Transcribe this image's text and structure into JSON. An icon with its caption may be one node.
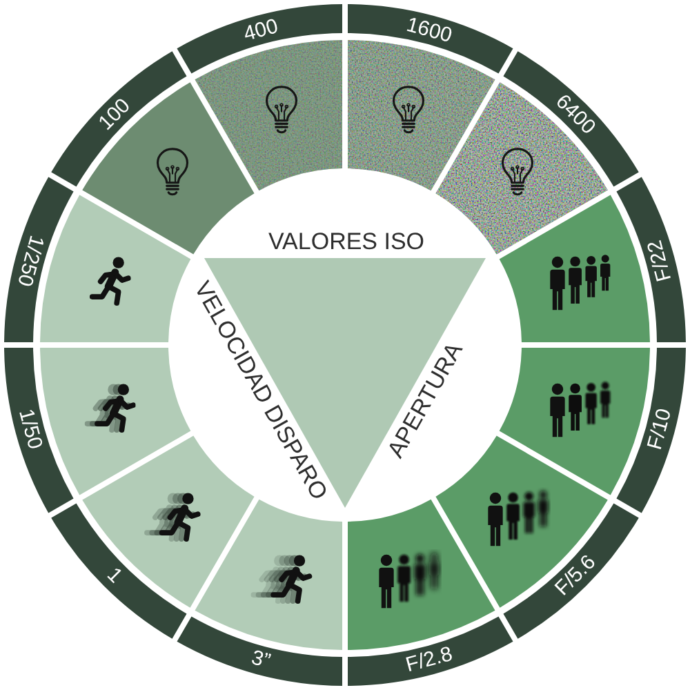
{
  "diagram": {
    "nodes": [
      {
        "text": [
          "100"
        ]
      },
      {
        "text": [],
        "shape": "picture"
      },
      {
        "text": [
          "400"
        ]
      },
      {
        "text": [],
        "shape": "picture"
      },
      {
        "text": [
          "1600"
        ]
      },
      {
        "text": [],
        "shape": "picture"
      },
      {
        "text": [
          "6400"
        ]
      },
      {
        "text": [],
        "shape": "picture"
      },
      {
        "text": [
          "F/22"
        ]
      },
      {
        "text": [],
        "shape": "picture"
      },
      {
        "text": [
          "F/10"
        ]
      },
      {
        "text": [],
        "shape": "picture"
      },
      {
        "text": [
          "F/5.6"
        ]
      },
      {
        "text": [],
        "shape": "picture"
      },
      {
        "text": [
          "F/2.8"
        ]
      },
      {
        "text": [],
        "shape": "picture"
      },
      {
        "text": [
          "3”"
        ]
      },
      {
        "text": [],
        "shape": "picture"
      },
      {
        "text": [
          "1"
        ]
      },
      {
        "text": [],
        "shape": "picture"
      },
      {
        "text": [
          "1/50"
        ]
      },
      {
        "text": [],
        "shape": "picture"
      },
      {
        "text": [
          "1/250"
        ]
      },
      {
        "text": [],
        "shape": "picture"
      }
    ],
    "labels": [
      "VALORES ISO",
      "VELOCIDAD DISPARO",
      "APERTURA"
    ]
  }
}
